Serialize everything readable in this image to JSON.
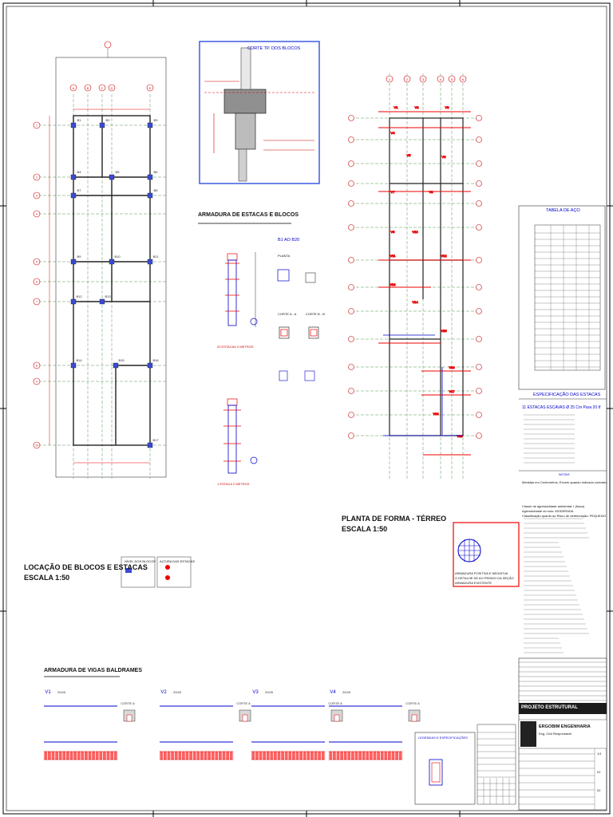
{
  "sheet": {
    "colors": {
      "frame": "#000000",
      "grid": "#7a7a7a",
      "axis": "#2a7a2a",
      "beam": "#e00000",
      "blue": "#0000cc",
      "struct": "#222222",
      "panel": "#e04040"
    }
  },
  "locacao": {
    "title": "LOCAÇÃO DE BLOCOS E ESTACAS",
    "scale": "ESCALA 1:50",
    "legend": {
      "nivel_title": "NÍVEL DOS BLOCOS",
      "altura_title": "ALTURA DAS ESTACAS"
    },
    "col_axes": [
      "A",
      "B",
      "C",
      "D",
      "E"
    ],
    "row_axes": [
      "1",
      "2",
      "3",
      "4",
      "5",
      "6",
      "7",
      "8",
      "9",
      "10"
    ],
    "blocks": [
      "B1",
      "B2",
      "B3",
      "B4",
      "B5",
      "B6",
      "B7",
      "B8",
      "B9",
      "B10",
      "B11",
      "B12",
      "B13",
      "B14",
      "B15",
      "B16",
      "B17"
    ]
  },
  "corte": {
    "title": "CORTE TP. DOS BLOCOS"
  },
  "armadura_estacas": {
    "title": "ARMADURA DE ESTACAS E BLOCOS",
    "b_range": "B1 AO B20",
    "planta": "PLANTA",
    "corte_aa": "CORTE A - A",
    "corte_bb": "CORTE B - B",
    "est_a": "20 ESTACAS 4 METROS",
    "est_b": "1 ESTACA 2 METROS"
  },
  "planta_forma": {
    "title": "PLANTA DE FORMA - TÉRREO",
    "scale": "ESCALA 1:50",
    "col_axes": [
      "1",
      "2",
      "3",
      "4",
      "5",
      "6"
    ],
    "beams": [
      "V1",
      "V2",
      "V3",
      "V4",
      "V5",
      "V6",
      "V7",
      "V8",
      "V9",
      "V10",
      "V11",
      "V12",
      "V13",
      "V14",
      "V15",
      "V16",
      "V17",
      "V18",
      "V19"
    ]
  },
  "tabela": {
    "title": "TABELA DE AÇO"
  },
  "especificacao": {
    "title": "ESPECIFICAÇÃO DAS ESTACAS",
    "line1": "11 ESTACAS ESCAVAS Ø 25 Cm  Para 20 tf",
    "notas_title": "NOTAS",
    "notes": [
      "Medidas em Centímetros, Exceto quando Indicado contrário",
      "Classe de agressividade ambiental: I (fraca)",
      "Agressividade do solo: MODERADA",
      "Classificação quanto ao Risco de deterioração: PEQUENO"
    ]
  },
  "armadura_vigas": {
    "title": "ARMADURA DE VIGAS BALDRAMES",
    "beams": [
      {
        "name": "V1",
        "section": "20/45",
        "corte": "CORTE A"
      },
      {
        "name": "V2",
        "section": "20/45",
        "corte": "CORTE A"
      },
      {
        "name": "V3",
        "section": "20/45",
        "corte": "CORTE A"
      },
      {
        "name": "V4",
        "section": "20/45",
        "corte": "CORTE A"
      }
    ]
  },
  "legendas": {
    "title": "LEGENDAS E ESPECIFICAÇÕES"
  },
  "detail_text": [
    "ARMADURA POSITIVA E NEGATIVA",
    "O DETALHE DE AO PEDIDO DA SEÇÃO",
    "ARMADURA EXISTENTE"
  ],
  "carimbo": {
    "project": "PROJETO ESTRUTURAL",
    "company": "ERGOBIM ENGENHARIA",
    "engineer": "Eng. Civil Responsável",
    "sheet_numbers": [
      "1/1",
      "01",
      "02"
    ]
  }
}
